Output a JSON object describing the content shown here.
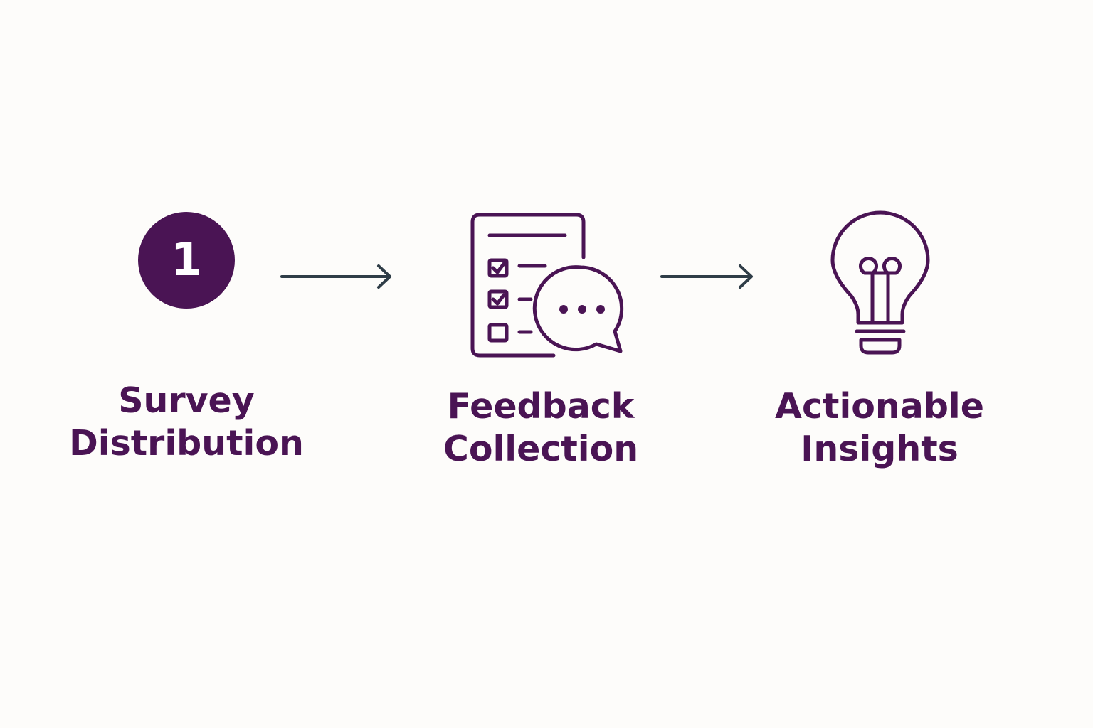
{
  "steps": [
    {
      "number": "1",
      "label_line1": "Survey",
      "label_line2": "Distribution",
      "icon": "step-number-badge"
    },
    {
      "label_line1": "Feedback",
      "label_line2": "Collection",
      "icon": "checklist-chat-icon"
    },
    {
      "label_line1": "Actionable",
      "label_line2": "Insights",
      "icon": "lightbulb-icon"
    }
  ],
  "colors": {
    "background": "#fdfcfa",
    "primary": "#4a1454",
    "arrow": "#2f3d47"
  }
}
